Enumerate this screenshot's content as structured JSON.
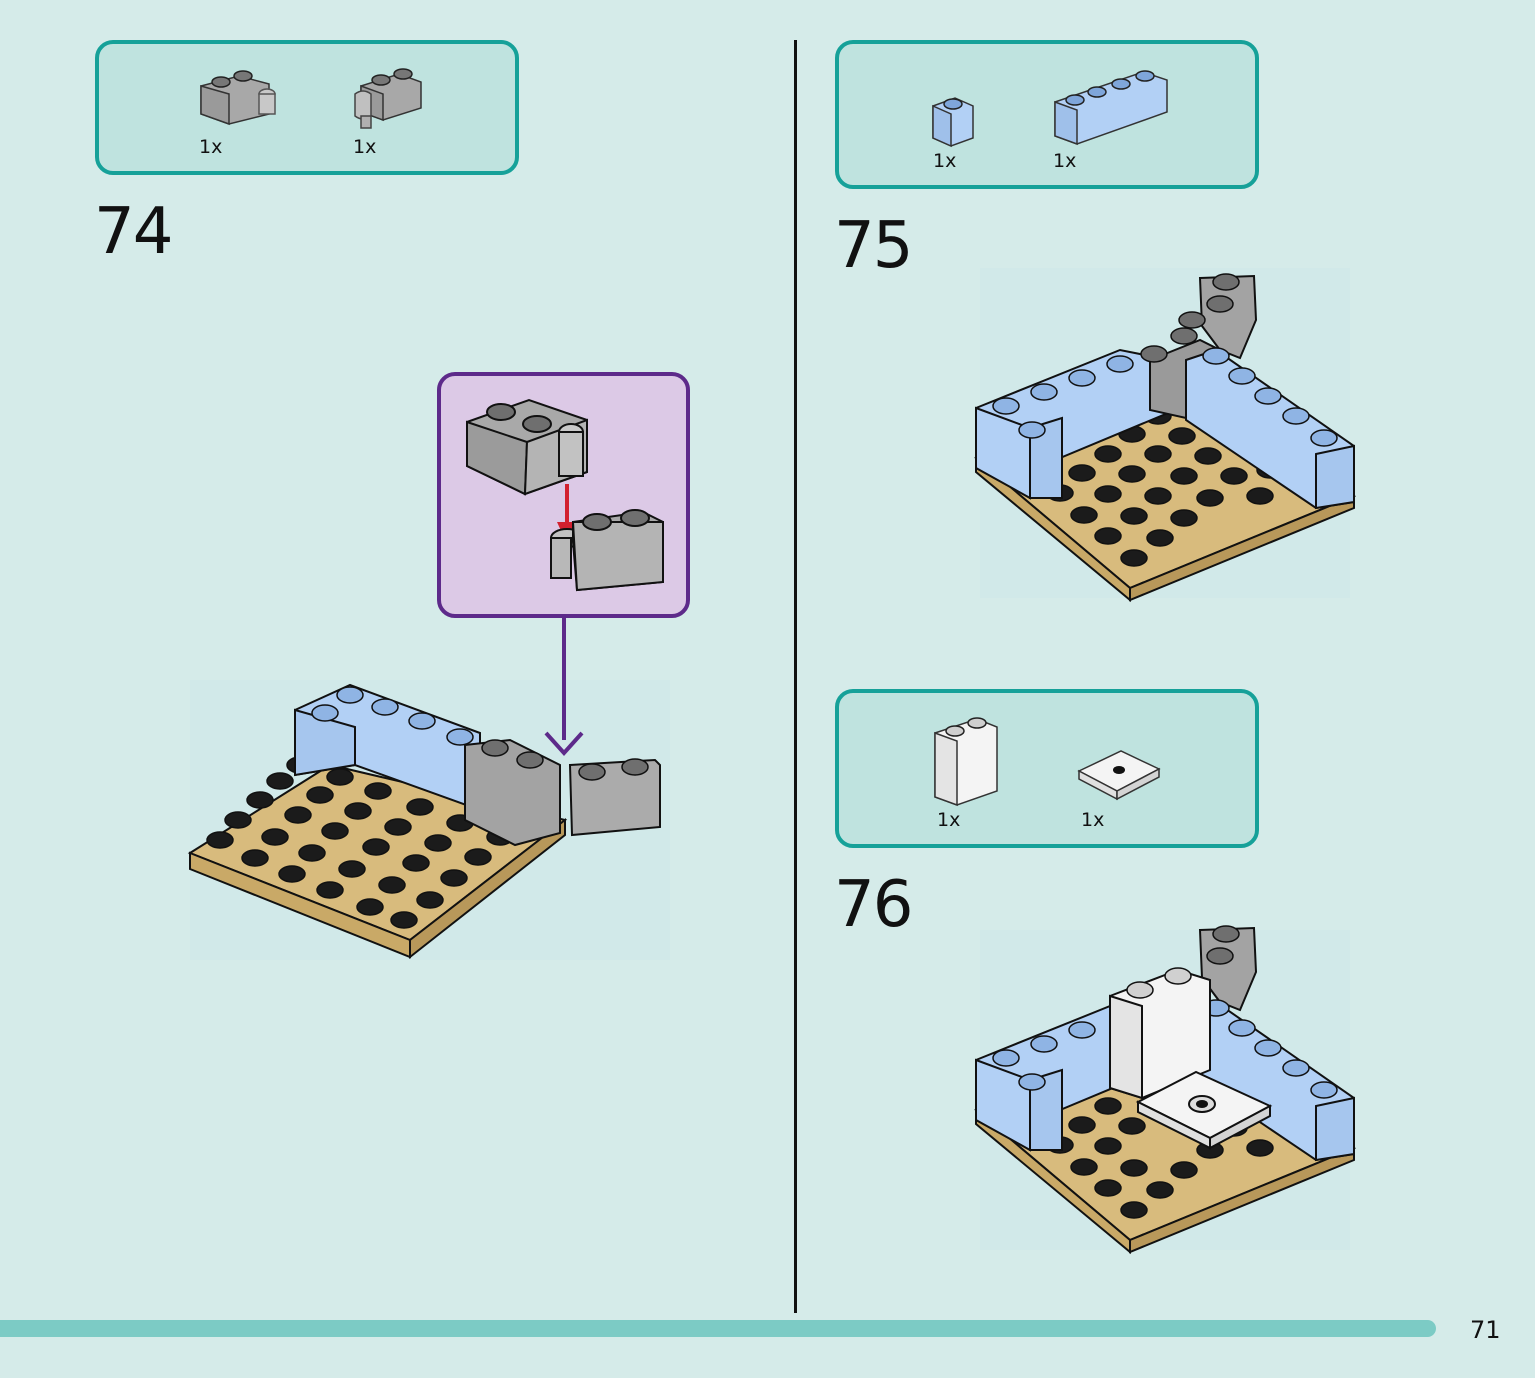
{
  "page_number": "71",
  "steps": [
    {
      "number": "74",
      "parts": [
        {
          "name": "brick-1x2-hinge-gray",
          "qty": "1x",
          "color": "#9a9a9a"
        },
        {
          "name": "brick-1x2-hinge-clip-gray",
          "qty": "1x",
          "color": "#9a9a9a"
        }
      ]
    },
    {
      "number": "75",
      "parts": [
        {
          "name": "brick-1x1-light-blue",
          "qty": "1x",
          "color": "#b2d0f5"
        },
        {
          "name": "brick-1x4-light-blue",
          "qty": "1x",
          "color": "#b2d0f5"
        }
      ]
    },
    {
      "number": "76",
      "parts": [
        {
          "name": "brick-1x2x2-white",
          "qty": "1x",
          "color": "#f4f4f4"
        },
        {
          "name": "plate-2x2-jumper-white",
          "qty": "1x",
          "color": "#f4f4f4"
        }
      ]
    }
  ],
  "colors": {
    "page_bg": "#d5ebe9",
    "parts_box_border": "#16a199",
    "parts_box_bg": "#bfe3df",
    "callout_border": "#5d2a8a",
    "callout_bg": "#dcc9e6",
    "arrow": "#d2202f",
    "tan": "#d8bb7d",
    "light_blue": "#b2d0f5",
    "gray": "#a3a3a3",
    "progress_bar": "#7ccbc5"
  }
}
